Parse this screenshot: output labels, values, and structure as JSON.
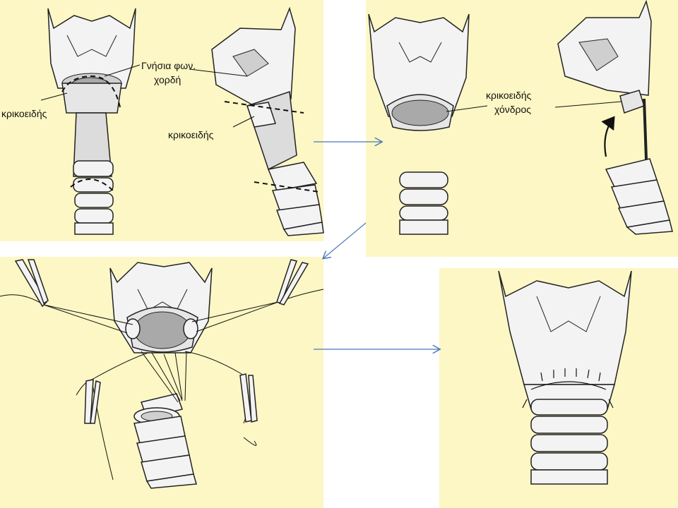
{
  "colors": {
    "panel_fill": "#fcf7c4",
    "cartilage_fill": "#f3f3f3",
    "shade": "#cfcfcf",
    "dark_shade": "#a9a9a9",
    "outline": "#222222",
    "arrow": "#4a78b8",
    "background": "#ffffff"
  },
  "panel_tl": {
    "label_true_cord_line1": "Γνήσια φων.",
    "label_true_cord_line2": "χορδή",
    "label_cricoid_left": "κρικοειδής",
    "label_cricoid_mid": "κρικοειδής"
  },
  "panel_tr": {
    "label_cricoid_cartilage_line1": "κρικοειδής",
    "label_cricoid_cartilage_line2": "χόνδρος"
  },
  "arrows": [
    {
      "name": "arrow-to-top-right",
      "direction": "right"
    },
    {
      "name": "arrow-to-bottom-left",
      "direction": "down-left"
    },
    {
      "name": "arrow-to-bottom-right",
      "direction": "right"
    }
  ]
}
